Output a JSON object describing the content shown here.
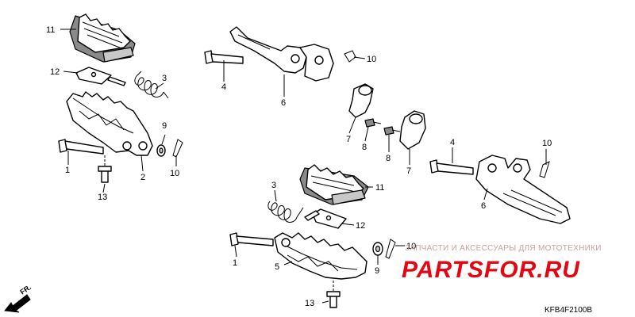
{
  "callouts": [
    {
      "id": "c11a",
      "text": "11"
    },
    {
      "id": "c12a",
      "text": "12"
    },
    {
      "id": "c3a",
      "text": "3"
    },
    {
      "id": "c1a",
      "text": "1"
    },
    {
      "id": "c2",
      "text": "2"
    },
    {
      "id": "c9a",
      "text": "9"
    },
    {
      "id": "c10a",
      "text": "10"
    },
    {
      "id": "c13a",
      "text": "13"
    },
    {
      "id": "c4a",
      "text": "4"
    },
    {
      "id": "c6a",
      "text": "6"
    },
    {
      "id": "c10b",
      "text": "10"
    },
    {
      "id": "c7a",
      "text": "7"
    },
    {
      "id": "c8a",
      "text": "8"
    },
    {
      "id": "c8b",
      "text": "8"
    },
    {
      "id": "c7b",
      "text": "7"
    },
    {
      "id": "c4b",
      "text": "4"
    },
    {
      "id": "c10c",
      "text": "10"
    },
    {
      "id": "c6b",
      "text": "6"
    },
    {
      "id": "c11b",
      "text": "11"
    },
    {
      "id": "c3b",
      "text": "3"
    },
    {
      "id": "c12b",
      "text": "12"
    },
    {
      "id": "c1b",
      "text": "1"
    },
    {
      "id": "c5",
      "text": "5"
    },
    {
      "id": "c9b",
      "text": "9"
    },
    {
      "id": "c10d",
      "text": "10"
    },
    {
      "id": "c13b",
      "text": "13"
    }
  ],
  "watermark": {
    "tagline": "ЗАПЧАСТИ И АКСЕССУАРЫ ДЛЯ МОТОТЕХНИКИ",
    "brand": "PARTSFOR.RU"
  },
  "direction_marker": "FR.",
  "diagram_code": "KFB4F2100B",
  "colors": {
    "watermark_red": "#e30613",
    "watermark_tagline": "#c9a0a0",
    "line": "#000000",
    "background": "#ffffff"
  }
}
